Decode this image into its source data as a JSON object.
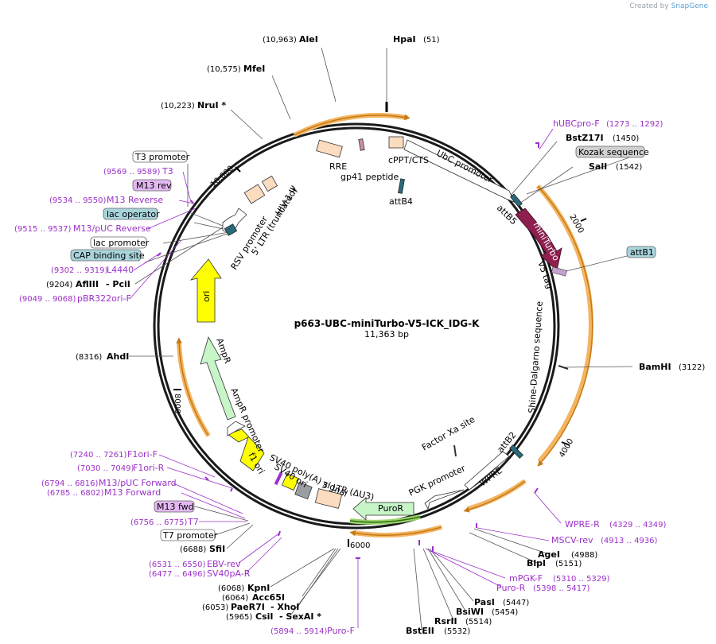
{
  "credit": {
    "prefix": "Created by",
    "brand": "SnapGene"
  },
  "plasmid": {
    "name": "p663-UBC-miniTurbo-V5-ICK_IDG-K",
    "size_label": "11,363 bp"
  },
  "ticks": [
    "2000",
    "4000",
    "6000",
    "8000",
    "10,000"
  ],
  "enzymes": {
    "hpai": {
      "name": "HpaI",
      "pos": "(51)"
    },
    "alei": {
      "name": "AleI",
      "pos": "(10,963)"
    },
    "mfei": {
      "name": "MfeI",
      "pos": "(10,575)"
    },
    "nrui": {
      "name": "NruI *",
      "pos": "(10,223)"
    },
    "bstz": {
      "name": "BstZ17I",
      "pos": "(1450)"
    },
    "sali": {
      "name": "SalI",
      "pos": "(1542)"
    },
    "bamhi": {
      "name": "BamHI",
      "pos": "(3122)"
    },
    "agei": {
      "name": "AgeI",
      "pos": "(4988)"
    },
    "blpi": {
      "name": "BlpI",
      "pos": "(5151)"
    },
    "pasi": {
      "name": "PasI",
      "pos": "(5447)"
    },
    "bsiwi": {
      "name": "BsiWI",
      "pos": "(5454)"
    },
    "rsrii": {
      "name": "RsrII",
      "pos": "(5514)"
    },
    "bsteii": {
      "name": "BstEII",
      "pos": "(5532)"
    },
    "afliii": {
      "name": "AflIII",
      "pos": "(9204)"
    },
    "pcii": {
      "name": "- PciI",
      "pos": ""
    },
    "ahdi": {
      "name": "AhdI",
      "pos": "(8316)"
    },
    "sfii": {
      "name": "SfiI",
      "pos": "(6688)"
    },
    "kpni": {
      "name": "KpnI",
      "pos": "(6068)"
    },
    "acc65i": {
      "name": "Acc65I",
      "pos": "(6064)"
    },
    "paer7i": {
      "name": "PaeR7I",
      "pos": "(6053)"
    },
    "xhoi": {
      "name": "- XhoI",
      "pos": ""
    },
    "csii": {
      "name": "CsiI",
      "pos": "(5965)"
    },
    "sexai": {
      "name": "- SexAI *",
      "pos": ""
    }
  },
  "primers": {
    "hubcpro": {
      "name": "hUBCpro-F",
      "pos": "(1273 .. 1292)"
    },
    "t3": {
      "name": "T3",
      "pos": "(9569 .. 9589)"
    },
    "m13rev": {
      "name": "M13 Reverse",
      "pos": "(9534 .. 9550)"
    },
    "m13pucrev": {
      "name": "M13/pUC Reverse",
      "pos": "(9515 .. 9537)"
    },
    "l4440": {
      "name": "L4440",
      "pos": "(9302 .. 9319)"
    },
    "pbr322": {
      "name": "pBR322ori-F",
      "pos": "(9049 .. 9068)"
    },
    "wprer": {
      "name": "WPRE-R",
      "pos": "(4329 .. 4349)"
    },
    "mscvrev": {
      "name": "MSCV-rev",
      "pos": "(4913 .. 4936)"
    },
    "mpgkf": {
      "name": "mPGK-F",
      "pos": "(5310 .. 5329)"
    },
    "puror": {
      "name": "Puro-R",
      "pos": "(5398 .. 5417)"
    },
    "f1orif": {
      "name": "F1ori-F",
      "pos": "(7240 .. 7261)"
    },
    "f1orir": {
      "name": "F1ori-R",
      "pos": "(7030 .. 7049)"
    },
    "m13pucfwd": {
      "name": "M13/pUC Forward",
      "pos": "(6794 .. 6816)"
    },
    "m13fwd": {
      "name": "M13 Forward",
      "pos": "(6785 .. 6802)"
    },
    "t7": {
      "name": "T7",
      "pos": "(6756 .. 6775)"
    },
    "ebvrev": {
      "name": "EBV-rev",
      "pos": "(6531 .. 6550)"
    },
    "sv40pa": {
      "name": "SV40pA-R",
      "pos": "(6477 .. 6496)"
    },
    "purof": {
      "name": "Puro-F",
      "pos": "(5894 .. 5914)"
    }
  },
  "boxes": {
    "t3promoter": "T3 promoter",
    "m13revbox": "M13 rev",
    "lacop": "lac operator",
    "lacpromoter": "lac promoter",
    "cap": "CAP binding site",
    "kozak": "Kozak sequence",
    "attb1": "attB1",
    "m13fwdbox": "M13 fwd",
    "t7promoter": "T7 promoter"
  },
  "features": {
    "rre": "RRE",
    "gp41": "gp41 peptide",
    "cppt": "cPPT/CTS",
    "ubc": "UbC promoter",
    "attb4": "attB4",
    "attb5": "attB5",
    "miniturbo": "miniTurbo",
    "v5": "V5 tag",
    "hiv": "HIV-1 Ψ",
    "ltr5": "5' LTR (truncated)",
    "rsv": "RSV promoter",
    "ori": "ori",
    "ampr": "AmpR",
    "amprprom": "AmpR promoter",
    "f1ori": "f1 ori",
    "sv40polya": "SV40 poly(A) signal",
    "sv40ori": "SV40 ori",
    "ltr3": "3' LTR (ΔU3)",
    "puror": "PuroR",
    "pgk": "PGK promoter",
    "wpre": "WPRE",
    "attb2": "attB2",
    "factorxa": "Factor Xa site",
    "shine": "Shine-Dalgarno sequence"
  },
  "colors": {
    "backbone": "#1a1a1a",
    "orf_arrow": "#f4b460",
    "orf_border": "#c47a18",
    "miniturbo": "#8e1f4e",
    "ori": "#ffff00",
    "ampr": "#c8f5c8",
    "puror": "#c8f5c8",
    "ltr": "#fcdcbf",
    "primer": "#9b30c8",
    "lac_box": "#a9d4dc",
    "kozak_box": "#d0d0d0",
    "m13_box": "#e4b8f2",
    "sv40ori": "#9a9ea3"
  }
}
